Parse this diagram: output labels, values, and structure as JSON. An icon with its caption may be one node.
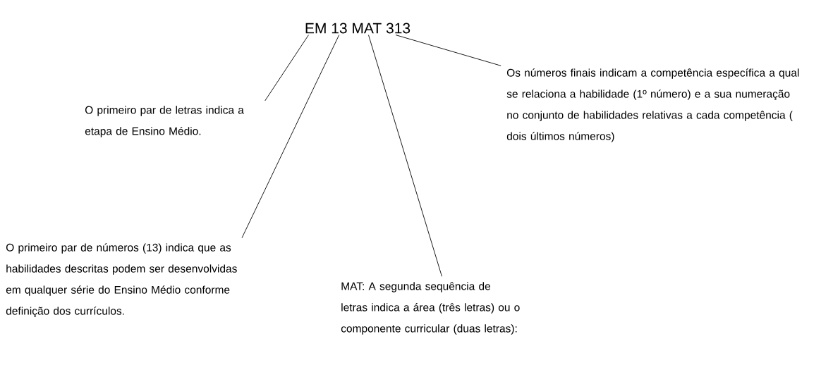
{
  "diagram": {
    "nodes": [
      {
        "text": [
          "EM 13 MAT 313"
        ]
      },
      {
        "text": [
          "O primeiro par de letras indica a etapa de Ensino Médio."
        ]
      },
      {
        "text": [
          "O primeiro par de números (13) indica que as habilidades descritas podem ser desenvolvidas em qualquer série do Ensino Médio conforme definição dos currículos."
        ]
      },
      {
        "text": [
          "MAT: A segunda sequência de letras indica a área (três letras) ou o componente curricular (duas letras):"
        ]
      },
      {
        "text": [
          "Os números finais indicam a competência específica a qual se relaciona a habilidade (1º número) e a sua numeração no conjunto de habilidades relativas a cada competência ( dois últimos números)"
        ]
      }
    ],
    "edges": [
      {
        "from": 0,
        "to": 1,
        "arrow": "none"
      },
      {
        "from": 0,
        "to": 2,
        "arrow": "none"
      },
      {
        "from": 0,
        "to": 3,
        "arrow": "none"
      },
      {
        "from": 0,
        "to": 4,
        "arrow": "none"
      }
    ]
  }
}
